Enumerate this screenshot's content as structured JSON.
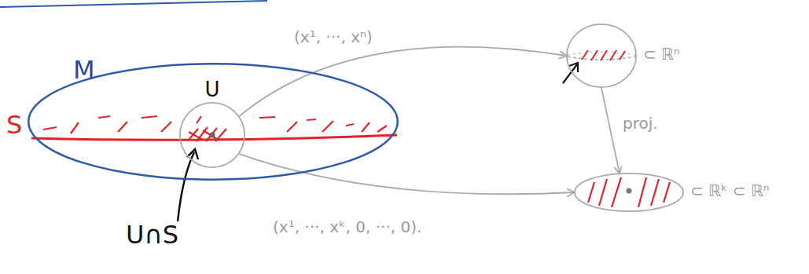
{
  "diagram": {
    "nodes": [
      {
        "text": [
          "M"
        ]
      },
      {
        "text": [
          "U"
        ],
        "in": 0
      },
      {
        "text": [
          "⊂ ℝⁿ"
        ]
      },
      {
        "text": [
          "⊂ ℝᵏ ⊂ ℝⁿ"
        ]
      }
    ],
    "edges": [
      {
        "from": 1,
        "to": 2,
        "arrow": "to",
        "label": "(x¹, ···, xⁿ)"
      },
      {
        "from": 1,
        "to": 3,
        "arrow": "to",
        "label": "(x¹, ···, xᵏ, 0, ···, 0)."
      },
      {
        "from": 2,
        "to": 3,
        "arrow": "to",
        "label": "proj."
      }
    ],
    "labels": [
      "S",
      "U∩S"
    ]
  }
}
